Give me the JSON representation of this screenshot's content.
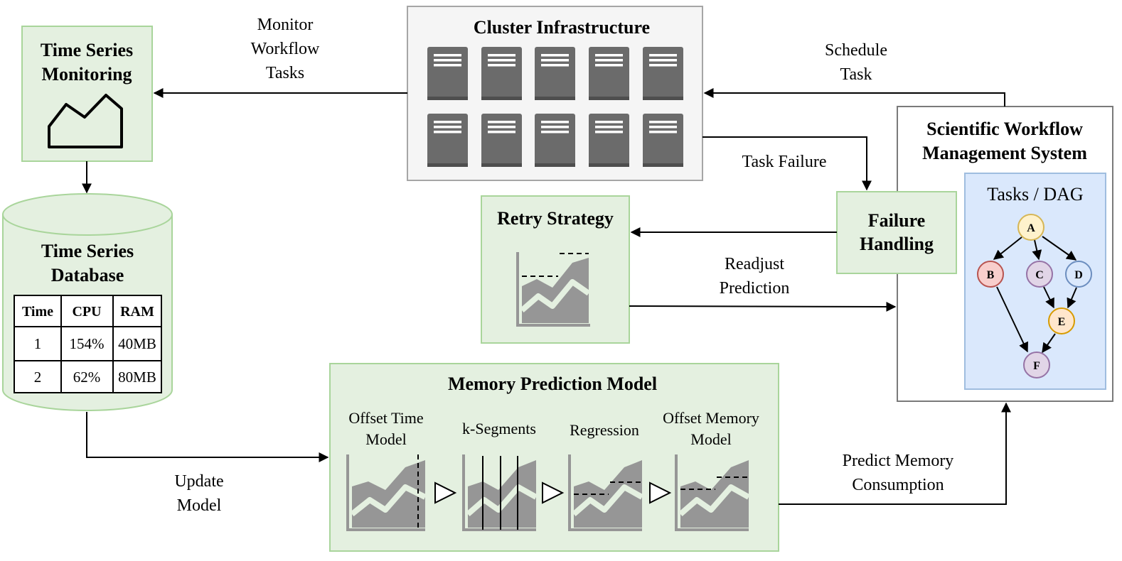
{
  "monitoring": {
    "title_line1": "Time Series",
    "title_line2": "Monitoring"
  },
  "database": {
    "title_line1": "Time Series",
    "title_line2": "Database",
    "table": {
      "headers": [
        "Time",
        "CPU",
        "RAM"
      ],
      "rows": [
        [
          "1",
          "154%",
          "40MB"
        ],
        [
          "2",
          "62%",
          "80MB"
        ]
      ]
    }
  },
  "cluster": {
    "title": "Cluster Infrastructure"
  },
  "retry": {
    "title": "Retry Strategy"
  },
  "failure": {
    "title_line1": "Failure",
    "title_line2": "Handling"
  },
  "swms": {
    "title_line1": "Scientific Workflow",
    "title_line2": "Management System",
    "dag_title": "Tasks / DAG",
    "nodes": [
      "A",
      "B",
      "C",
      "D",
      "E",
      "F"
    ]
  },
  "model": {
    "title": "Memory Prediction Model",
    "steps": [
      {
        "line1": "Offset Time",
        "line2": "Model"
      },
      {
        "line1": "k-Segments",
        "line2": ""
      },
      {
        "line1": "Regression",
        "line2": ""
      },
      {
        "line1": "Offset Memory",
        "line2": "Model"
      }
    ]
  },
  "edges": {
    "monitor": [
      "Monitor",
      "Workflow",
      "Tasks"
    ],
    "schedule": [
      "Schedule",
      "Task"
    ],
    "task_failure": "Task Failure",
    "readjust": [
      "Readjust",
      "Prediction"
    ],
    "update": [
      "Update",
      "Model"
    ],
    "predict": [
      "Predict Memory",
      "Consumption"
    ]
  },
  "colors": {
    "green_fill": "#e4f0e0",
    "green_stroke": "#a9d59b",
    "gray_fill": "#f5f5f5",
    "gray_stroke": "#a6a6a6",
    "server": "#6b6b6b",
    "chart": "#969696",
    "dag_fill": "#dae8fc",
    "dag_stroke": "#9fbddf"
  }
}
